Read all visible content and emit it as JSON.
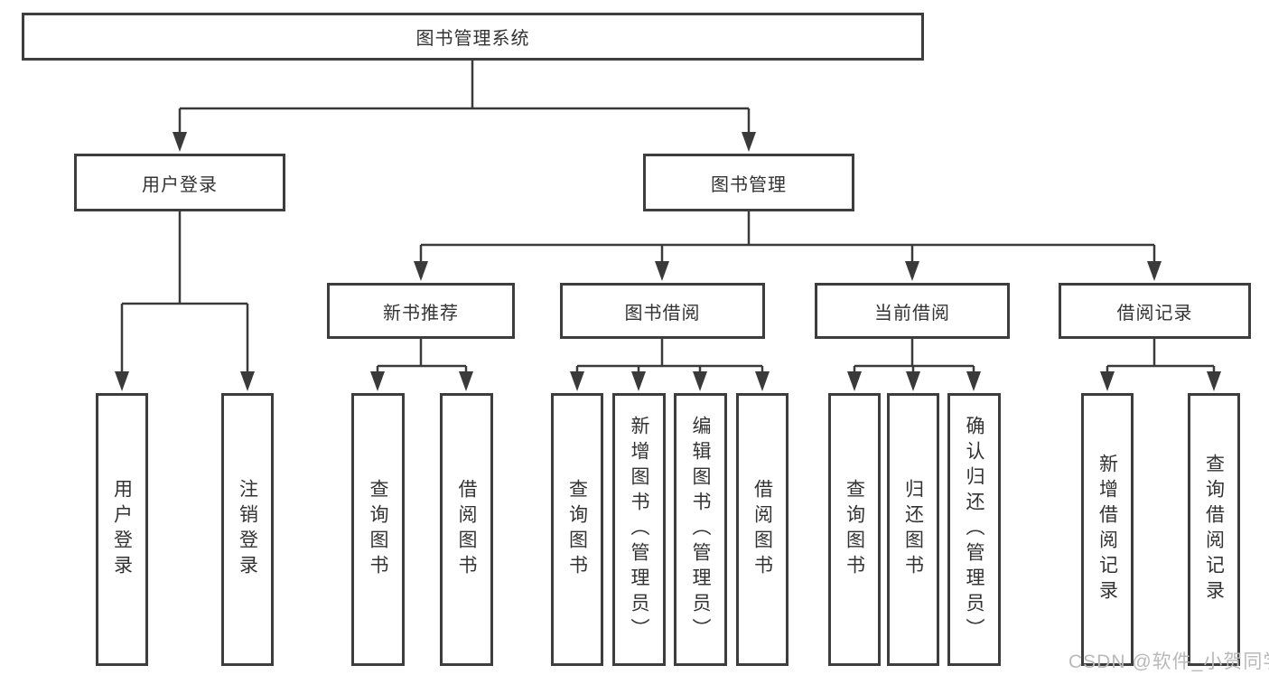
{
  "nodes": {
    "root": {
      "label": "图书管理系统"
    },
    "level2": [
      {
        "id": "user-login",
        "label": "用户登录"
      },
      {
        "id": "book-management",
        "label": "图书管理"
      }
    ],
    "level3": [
      {
        "id": "new-book-recommend",
        "label": "新书推荐"
      },
      {
        "id": "book-borrow",
        "label": "图书借阅"
      },
      {
        "id": "current-borrow",
        "label": "当前借阅"
      },
      {
        "id": "borrow-records",
        "label": "借阅记录"
      }
    ],
    "leaves": [
      {
        "parent": "user-login",
        "label": "用户登录"
      },
      {
        "parent": "user-login",
        "label": "注销登录"
      },
      {
        "parent": "new-book-recommend",
        "label": "查询图书"
      },
      {
        "parent": "new-book-recommend",
        "label": "借阅图书"
      },
      {
        "parent": "book-borrow",
        "label": "查询图书"
      },
      {
        "parent": "book-borrow",
        "label": "新增图书（管理员）"
      },
      {
        "parent": "book-borrow",
        "label": "编辑图书（管理员）"
      },
      {
        "parent": "book-borrow",
        "label": "借阅图书"
      },
      {
        "parent": "current-borrow",
        "label": "查询图书"
      },
      {
        "parent": "current-borrow",
        "label": "归还图书"
      },
      {
        "parent": "current-borrow",
        "label": "确认归还（管理员）"
      },
      {
        "parent": "borrow-records",
        "label": "新增借阅记录"
      },
      {
        "parent": "borrow-records",
        "label": "查询借阅记录"
      }
    ],
    "watermark": {
      "text": "CSDN @软件_小贺同学"
    },
    "colors": {
      "line": "#3a3a3a",
      "box_border": "#3d3d3d",
      "text": "#333333",
      "watermark": "#b9b9b9",
      "background": "#ffffff"
    }
  }
}
